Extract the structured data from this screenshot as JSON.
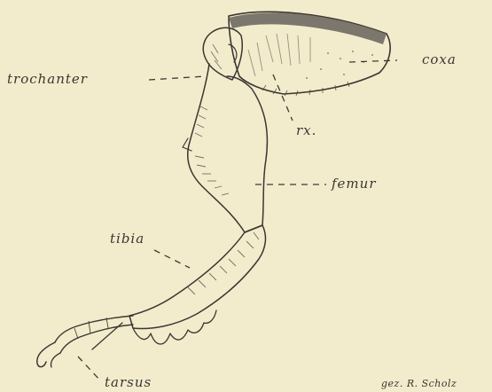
{
  "labels": {
    "trochanter": "trochanter",
    "coxa": "coxa",
    "rx": "rx.",
    "femur": "femur",
    "tibia": "tibia",
    "tarsus": "tarsus"
  },
  "signature": "gez. R. Scholz",
  "colors": {
    "paper": "#f2eccd",
    "ink": "#3b3630",
    "shading": "#6e6a62"
  }
}
